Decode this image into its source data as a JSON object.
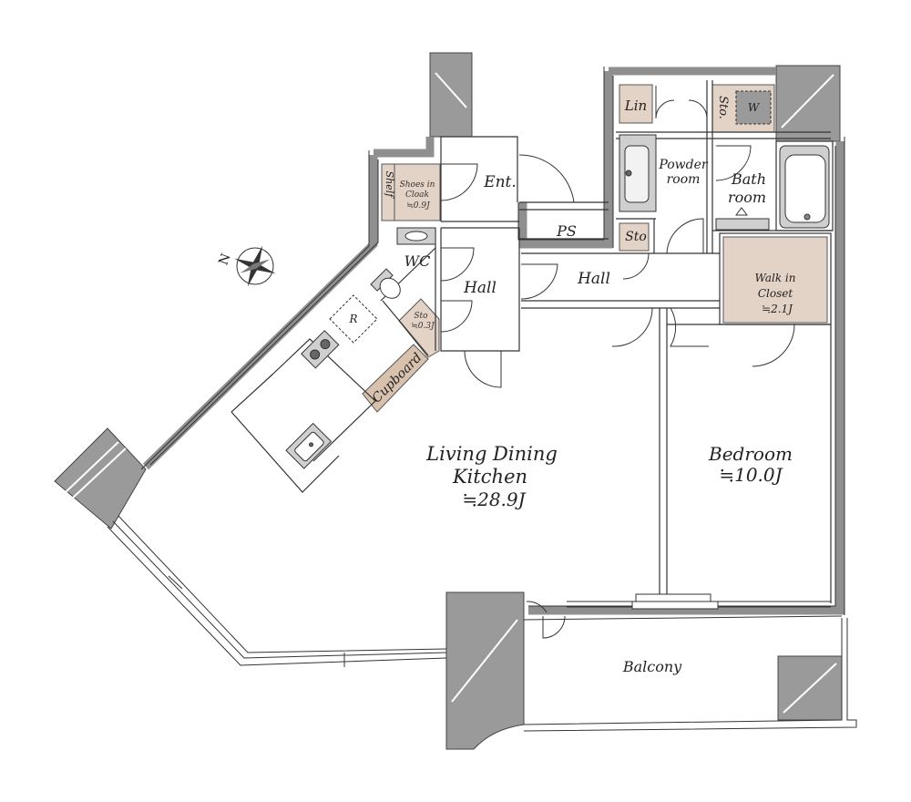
{
  "rooms": {
    "ldk_line1": "Living Dining",
    "ldk_line2": "Kitchen",
    "ldk_area": "≒28.9J",
    "bedroom": "Bedroom",
    "bedroom_area": "≒10.0J",
    "balcony": "Balcony",
    "hall_left": "Hall",
    "hall_right": "Hall",
    "entrance": "Ent.",
    "ps": "PS",
    "wc": "WC",
    "powder_line1": "Powder",
    "powder_line2": "room",
    "bath_line1": "Bath",
    "bath_line2": "room",
    "lin": "Lin",
    "sto_top": "Sto.",
    "washer": "W",
    "sto_mid": "Sto",
    "wic_line1": "Walk in",
    "wic_line2": "Closet",
    "wic_area": "≒2.1J",
    "shelf": "Shelf",
    "shoes_line1": "Shoes in",
    "shoes_line2": "Cloak",
    "shoes_area": "≒0.9J",
    "sto_small_line1": "Sto",
    "sto_small_line2": "≒0.3J",
    "cupboard": "Cupboard",
    "fridge": "R"
  },
  "compass": {
    "north": "N"
  },
  "colors": {
    "wall": "#9b9b9b",
    "storage": "#e3d3c6",
    "dark_block": "#9a9a9a",
    "outline": "#333333"
  }
}
